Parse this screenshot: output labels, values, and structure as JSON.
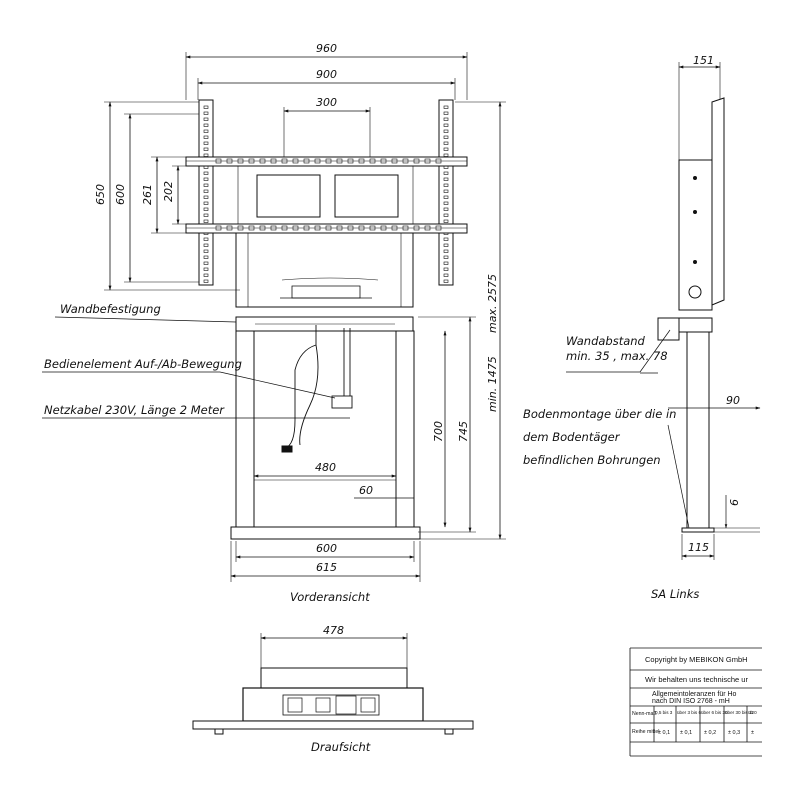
{
  "front": {
    "title": "Vorderansicht",
    "dims": {
      "w960": "960",
      "w900": "900",
      "w300": "300",
      "h650": "650",
      "h600": "600",
      "h261": "261",
      "h202": "202",
      "max2575": "max. 2575",
      "min1475": "min. 1475",
      "h700": "700",
      "h745": "745",
      "w480": "480",
      "w60": "60",
      "w600": "600",
      "w615": "615"
    },
    "labels": {
      "wall": "Wandbefestigung",
      "control": "Bedienelement Auf-/Ab-Bewegung",
      "cable": "Netzkabel 230V, Länge 2 Meter"
    }
  },
  "side": {
    "title": "SA Links",
    "dims": {
      "d151": "151",
      "d90": "90",
      "d6": "6",
      "d115": "115"
    },
    "labels": {
      "distance_1": "Wandabstand",
      "distance_2": "min. 35 , max. 78",
      "floor_1": "Bodenmontage über die in",
      "floor_2": "dem Bodentäger",
      "floor_3": "befindlichen Bohrungen"
    }
  },
  "top": {
    "title": "Draufsicht",
    "dims": {
      "w478": "478"
    }
  },
  "titleblock": {
    "copyright": "Copyright by MEBIKON GmbH",
    "reserve": "Wir behalten uns technische ur",
    "tol_1": "Allgemeintoleranzen für Ho",
    "tol_2": "nach DIN  ISO 2768 - mH",
    "row_nenn": "Nenn-maß",
    "row_reihe": "Reihe mittel",
    "cols": [
      "0,5 bis 3",
      "über 3 bis 6",
      "über 6 bis 30",
      "über 30 bis 120",
      "üb"
    ],
    "vals": [
      "± 0,1",
      "± 0,1",
      "± 0,2",
      "± 0,3",
      "±"
    ]
  }
}
